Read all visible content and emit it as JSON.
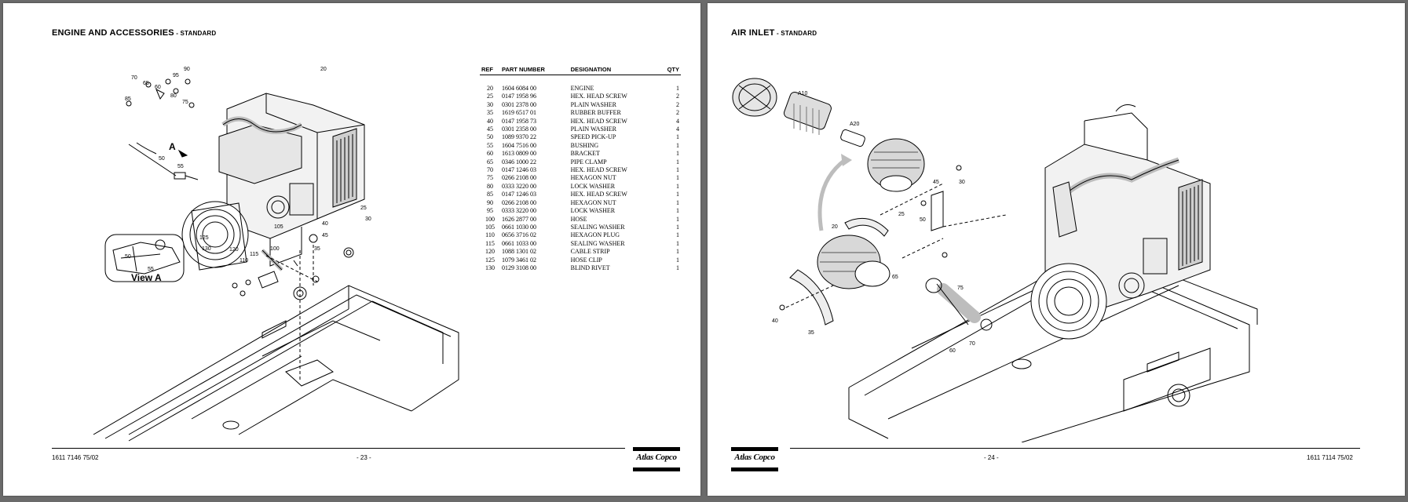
{
  "left_page": {
    "title": "ENGINE AND ACCESSORIES",
    "title_suffix": " - STANDARD",
    "table": {
      "headers": [
        "REF",
        "PART NUMBER",
        "DESIGNATION",
        "QTY"
      ],
      "rows": [
        [
          "20",
          "1604 6084 00",
          "ENGINE",
          "1"
        ],
        [
          "25",
          "0147 1958 96",
          "HEX. HEAD SCREW",
          "2"
        ],
        [
          "30",
          "0301 2378 00",
          "PLAIN WASHER",
          "2"
        ],
        [
          "35",
          "1619 6517 01",
          "RUBBER BUFFER",
          "2"
        ],
        [
          "40",
          "0147 1958 73",
          "HEX. HEAD SCREW",
          "4"
        ],
        [
          "45",
          "0301 2358 00",
          "PLAIN WASHER",
          "4"
        ],
        [
          "50",
          "1089 9370 22",
          "SPEED PICK-UP",
          "1"
        ],
        [
          "55",
          "1604 7516 00",
          "BUSHING",
          "1"
        ],
        [
          "60",
          "1613 0809 00",
          "BRACKET",
          "1"
        ],
        [
          "65",
          "0346 1000 22",
          "PIPE CLAMP",
          "1"
        ],
        [
          "70",
          "0147 1246 03",
          "HEX. HEAD SCREW",
          "1"
        ],
        [
          "75",
          "0266 2108 00",
          "HEXAGON NUT",
          "1"
        ],
        [
          "80",
          "0333 3220 00",
          "LOCK WASHER",
          "1"
        ],
        [
          "85",
          "0147 1246 03",
          "HEX. HEAD SCREW",
          "1"
        ],
        [
          "90",
          "0266 2108 00",
          "HEXAGON NUT",
          "1"
        ],
        [
          "95",
          "0333 3220 00",
          "LOCK WASHER",
          "1"
        ],
        [
          "100",
          "1626 2877 00",
          "HOSE",
          "1"
        ],
        [
          "105",
          "0661 1030 00",
          "SEALING WASHER",
          "1"
        ],
        [
          "110",
          "0656 3716 02",
          "HEXAGON PLUG",
          "1"
        ],
        [
          "115",
          "0661 1033 00",
          "SEALING WASHER",
          "1"
        ],
        [
          "120",
          "1088 1301 02",
          "CABLE STRIP",
          "1"
        ],
        [
          "125",
          "1079 3461 02",
          "HOSE CLIP",
          "1"
        ],
        [
          "130",
          "0129 3108 00",
          "BLIND RIVET",
          "1"
        ]
      ]
    },
    "callouts": {
      "c20": "20",
      "c25": "25",
      "c30": "30",
      "c35": "35",
      "c40": "40",
      "c45": "45",
      "c50": "50",
      "c55": "55",
      "c60": "60",
      "c65": "65",
      "c70": "70",
      "c75": "75",
      "c80": "80",
      "c85": "85",
      "c90": "90",
      "c95": "95",
      "c100": "100",
      "c105": "105",
      "c110": "110",
      "c115": "115",
      "c120": "120",
      "c125": "125",
      "c130": "130",
      "view_a_arrow": "A",
      "inset_50": "50",
      "inset_55": "55"
    },
    "view_label": "View A",
    "doc_number": "1611 7146 75/02",
    "page_number": "- 23 -",
    "logo_text": "Atlas Copco"
  },
  "right_page": {
    "title": "AIR INLET",
    "title_suffix": " - STANDARD",
    "callouts": {
      "a10": "A10",
      "a20": "A20",
      "c20": "20",
      "c25": "25",
      "c30": "30",
      "c35": "35",
      "c40": "40",
      "c45": "45",
      "c50": "50",
      "c60": "60",
      "c65": "65",
      "c70": "70",
      "c75": "75"
    },
    "doc_number": "1611 7114 75/02",
    "page_number": "- 24 -",
    "logo_text": "Atlas Copco"
  }
}
